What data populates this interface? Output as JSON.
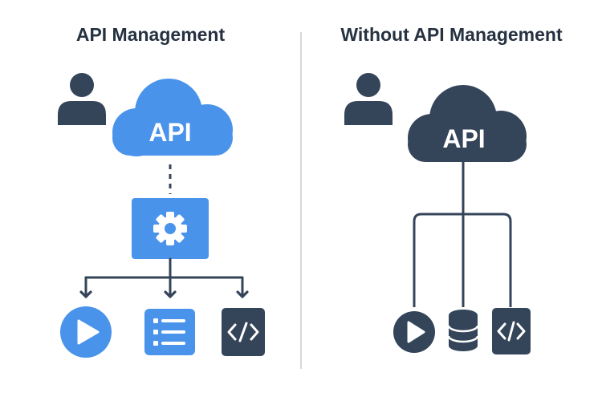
{
  "left_panel": {
    "title": "API Management",
    "cloud_label": "API",
    "icons": [
      "user-icon",
      "cloud-icon",
      "gear-icon",
      "play-icon",
      "list-icon",
      "code-icon"
    ]
  },
  "right_panel": {
    "title": "Without API Management",
    "cloud_label": "API",
    "icons": [
      "user-icon",
      "cloud-icon",
      "play-icon",
      "database-icon",
      "code-icon"
    ]
  },
  "colors": {
    "blue": "#4a93eb",
    "dark": "#344459",
    "title_text": "#263241",
    "divider": "#d5d9de"
  }
}
